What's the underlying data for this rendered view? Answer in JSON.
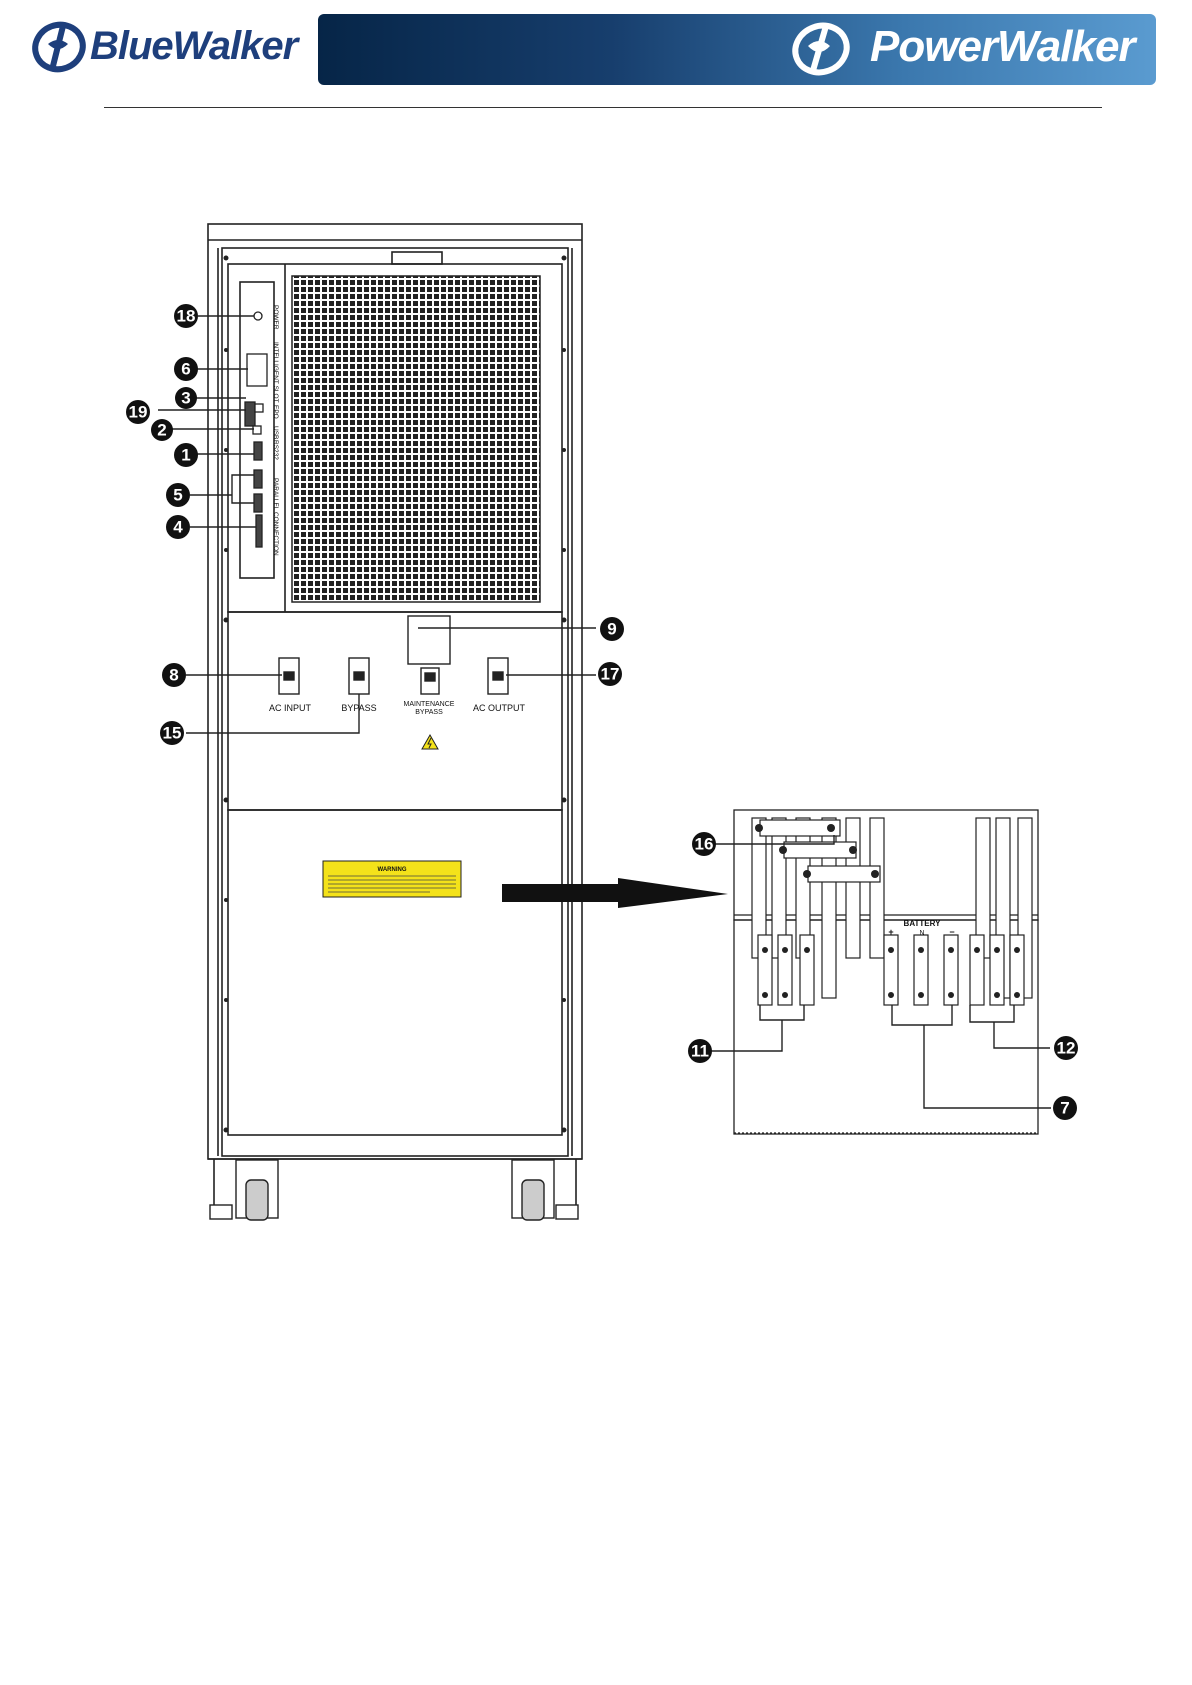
{
  "brands": {
    "left": "BlueWalker",
    "right": "PowerWalker"
  },
  "panel_labels": {
    "power": "POWER",
    "intelligent_slot": "INTELLIGENT SLOT",
    "epo": "EPO",
    "usb": "USB",
    "rs232": "RS232",
    "parallel_connection": "PARALLEL CONNECTION"
  },
  "switch_labels": {
    "ac_input": "AC INPUT",
    "bypass": "BYPASS",
    "maintenance_line1": "MAINTENANCE",
    "maintenance_line2": "BYPASS",
    "ac_output": "AC OUTPUT"
  },
  "warning_label": {
    "title": "WARNING"
  },
  "terminal_labels": {
    "battery": "BATTERY",
    "plus": "+",
    "n": "N",
    "minus": "−"
  },
  "callouts": [
    "18",
    "6",
    "3",
    "19",
    "2",
    "1",
    "5",
    "4",
    "9",
    "8",
    "17",
    "15",
    "16",
    "11",
    "12",
    "7"
  ],
  "colors": {
    "warning_bg": "#f4e21a",
    "callout_fill": "#111111",
    "banner_dark": "#062547",
    "banner_light": "#5a9bd0"
  }
}
